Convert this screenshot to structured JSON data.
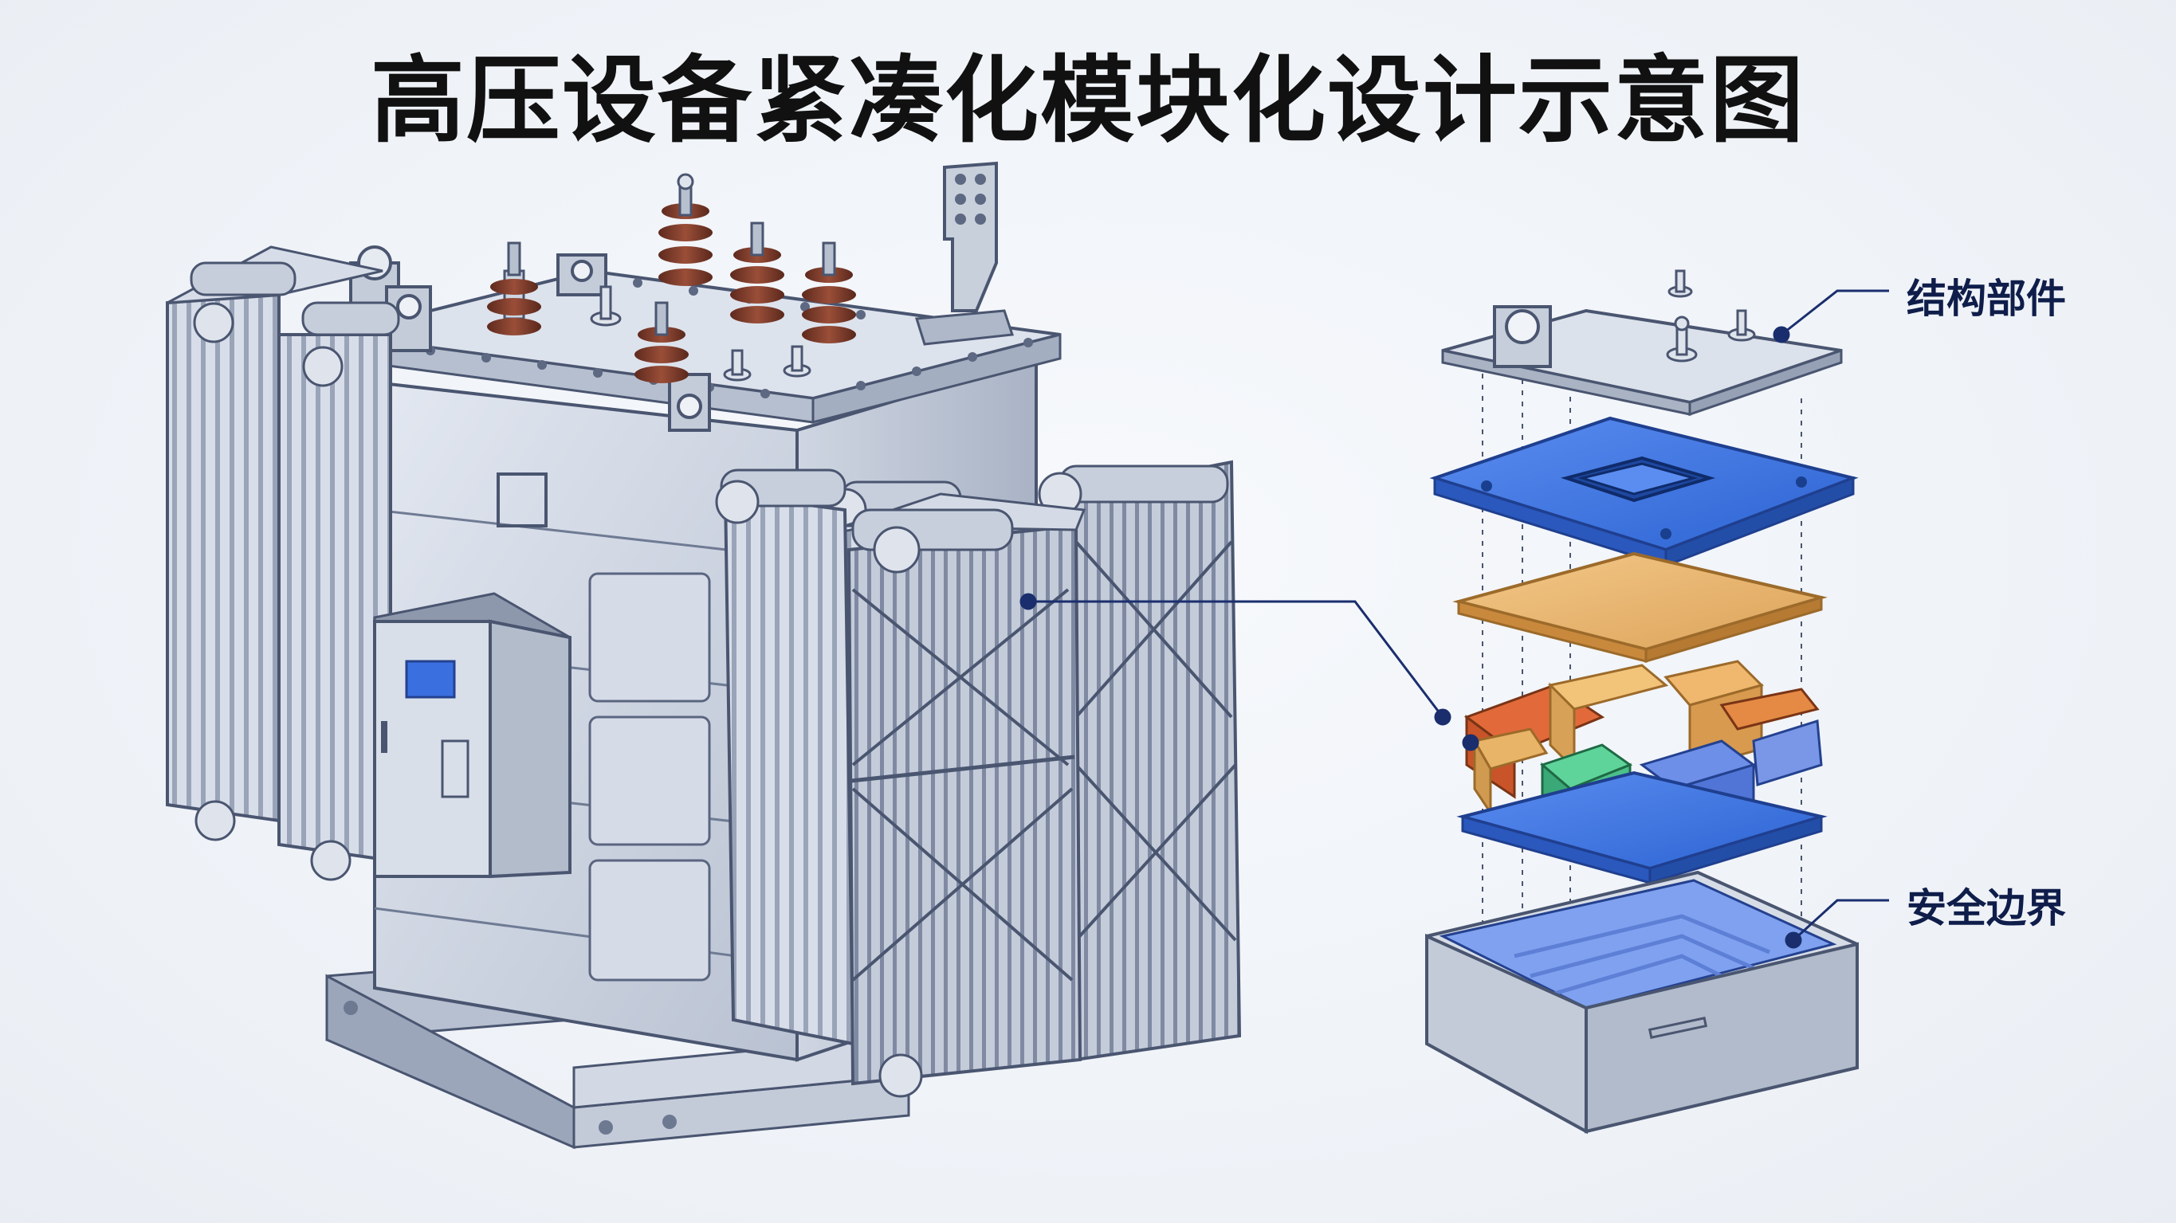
{
  "title": "高压设备紧凑化模块化设计示意图",
  "labels": {
    "structural": "结构部件",
    "safety": "安全边界"
  },
  "colors": {
    "steel": "#c9d0dc",
    "steel_dark": "#8d97aa",
    "outline": "#4a5570",
    "insulator": "#7a3a2a",
    "accent_blue": "#3a6fe0",
    "panel_blue": "#2f6fd8",
    "amber": "#e8b468",
    "green": "#4cc08a",
    "orange": "#e77a3b",
    "leader": "#1a2e6e"
  }
}
